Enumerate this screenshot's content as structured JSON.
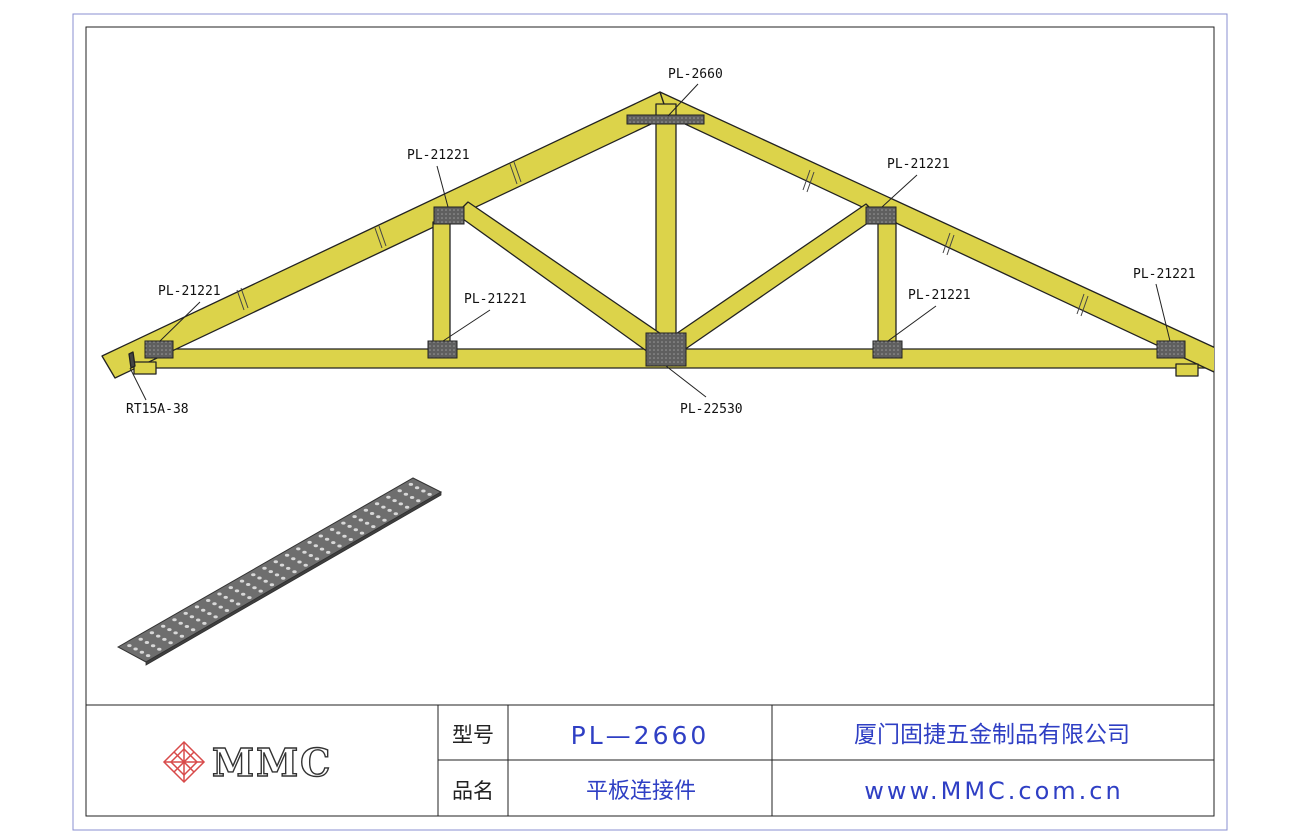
{
  "callouts": {
    "apex": "PL-2660",
    "top_left": "PL-21221",
    "top_right": "PL-21221",
    "heel_left": "PL-21221",
    "heel_right": "PL-21221",
    "bottom_left": "PL-21221",
    "bottom_right": "PL-21221",
    "center": "PL-22530",
    "hanger": "RT15A-38"
  },
  "title_block": {
    "logo_text": "MMC",
    "model_label": "型号",
    "model_value": "PL—2660",
    "name_label": "品名",
    "name_value": "平板连接件",
    "company": "厦门固捷五金制品有限公司",
    "website": "www.MMC.com.cn"
  },
  "colors": {
    "timber": "#dcd34a",
    "plate": "#6b6b6b",
    "frame": "#7a7fc4",
    "text_blue": "#2f3fc4"
  }
}
